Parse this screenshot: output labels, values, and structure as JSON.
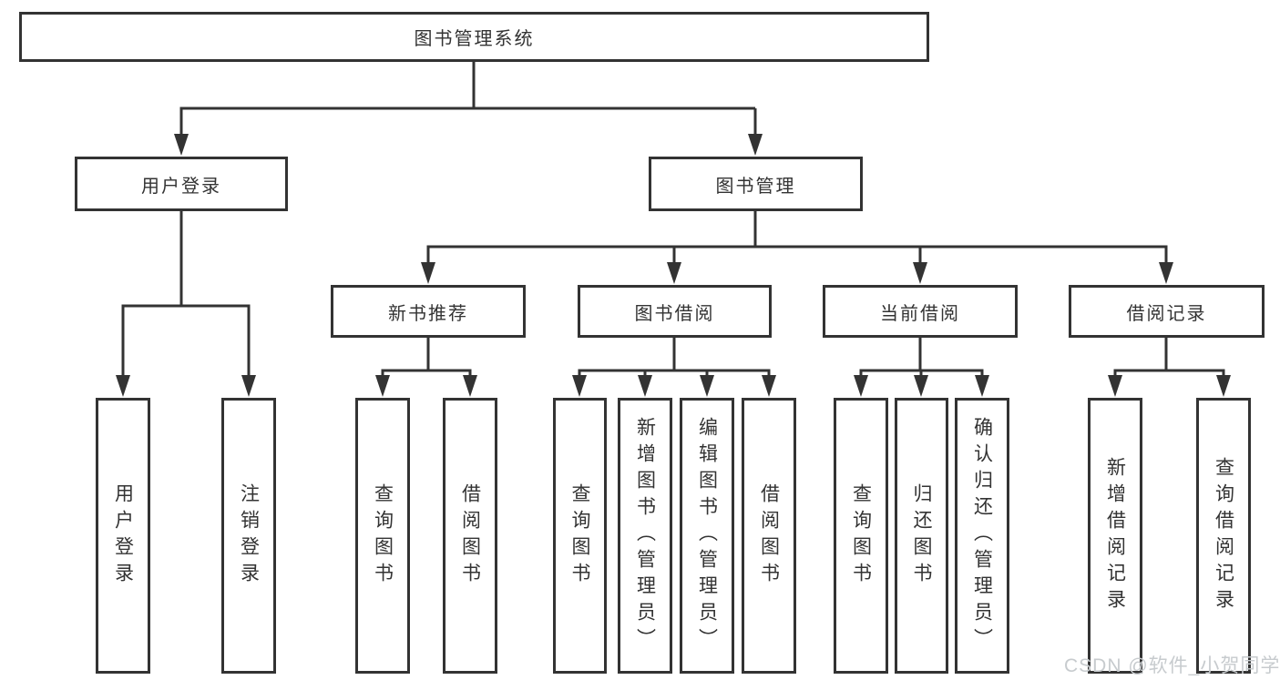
{
  "tree": {
    "root": {
      "label": "图书管理系统"
    },
    "level2": [
      {
        "label": "用户登录",
        "children": [
          {
            "label": "用户登录"
          },
          {
            "label": "注销登录"
          }
        ]
      },
      {
        "label": "图书管理",
        "children": [
          {
            "label": "新书推荐",
            "children": [
              {
                "label": "查询图书"
              },
              {
                "label": "借阅图书"
              }
            ]
          },
          {
            "label": "图书借阅",
            "children": [
              {
                "label": "查询图书"
              },
              {
                "label": "新增图书（管理员）"
              },
              {
                "label": "编辑图书（管理员）"
              },
              {
                "label": "借阅图书"
              }
            ]
          },
          {
            "label": "当前借阅",
            "children": [
              {
                "label": "查询图书"
              },
              {
                "label": "归还图书"
              },
              {
                "label": "确认归还（管理员）"
              }
            ]
          },
          {
            "label": "借阅记录",
            "children": [
              {
                "label": "新增借阅记录"
              },
              {
                "label": "查询借阅记录"
              }
            ]
          }
        ]
      }
    ]
  },
  "watermark": "CSDN @软件_小贺同学",
  "colors": {
    "line": "#333333",
    "box_border": "#333333",
    "box_fill": "#ffffff",
    "text": "#333333",
    "watermark": "#c7cbce"
  }
}
